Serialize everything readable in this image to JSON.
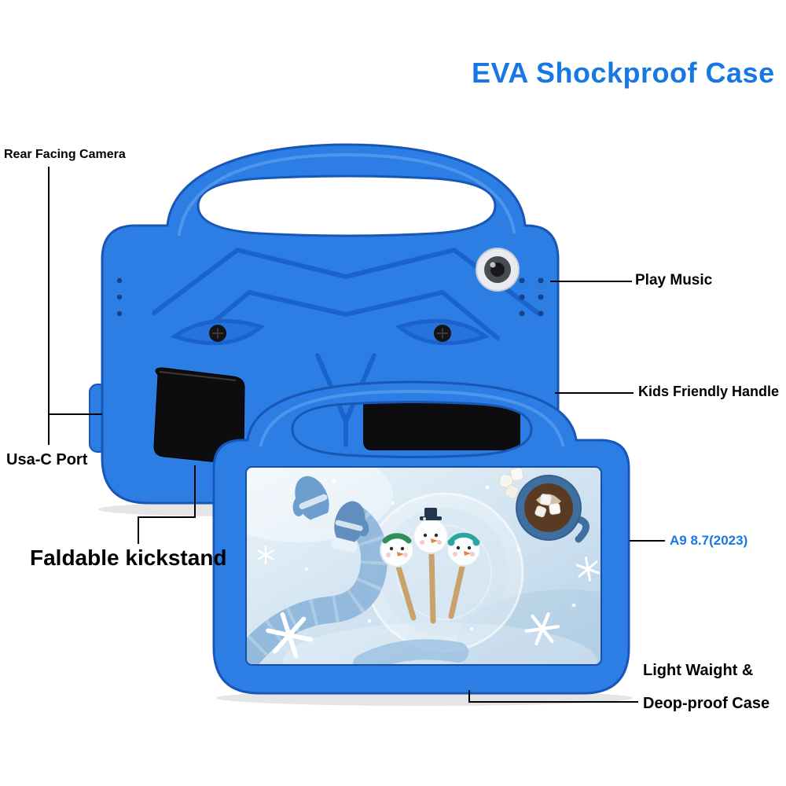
{
  "title": "EVA Shockproof Case",
  "labels": {
    "rear_camera": "Rear Facing Camera",
    "play_music": "Play Music",
    "kids_handle": "Kids Friendly Handle",
    "usb_port": "Usa-C Port",
    "kickstand": "Faldable kickstand",
    "model": "A9 8.7(2023)",
    "light_line1": "Light Waight &",
    "light_line2": "Deop-proof Case"
  },
  "colors": {
    "accent_blue": "#1878E3",
    "case_blue": "#2C7EE4",
    "case_outline": "#1857B5",
    "ridge_blue": "#1B63CC",
    "kickstand_black": "#0D0D0F",
    "annotation_line": "#000000"
  }
}
